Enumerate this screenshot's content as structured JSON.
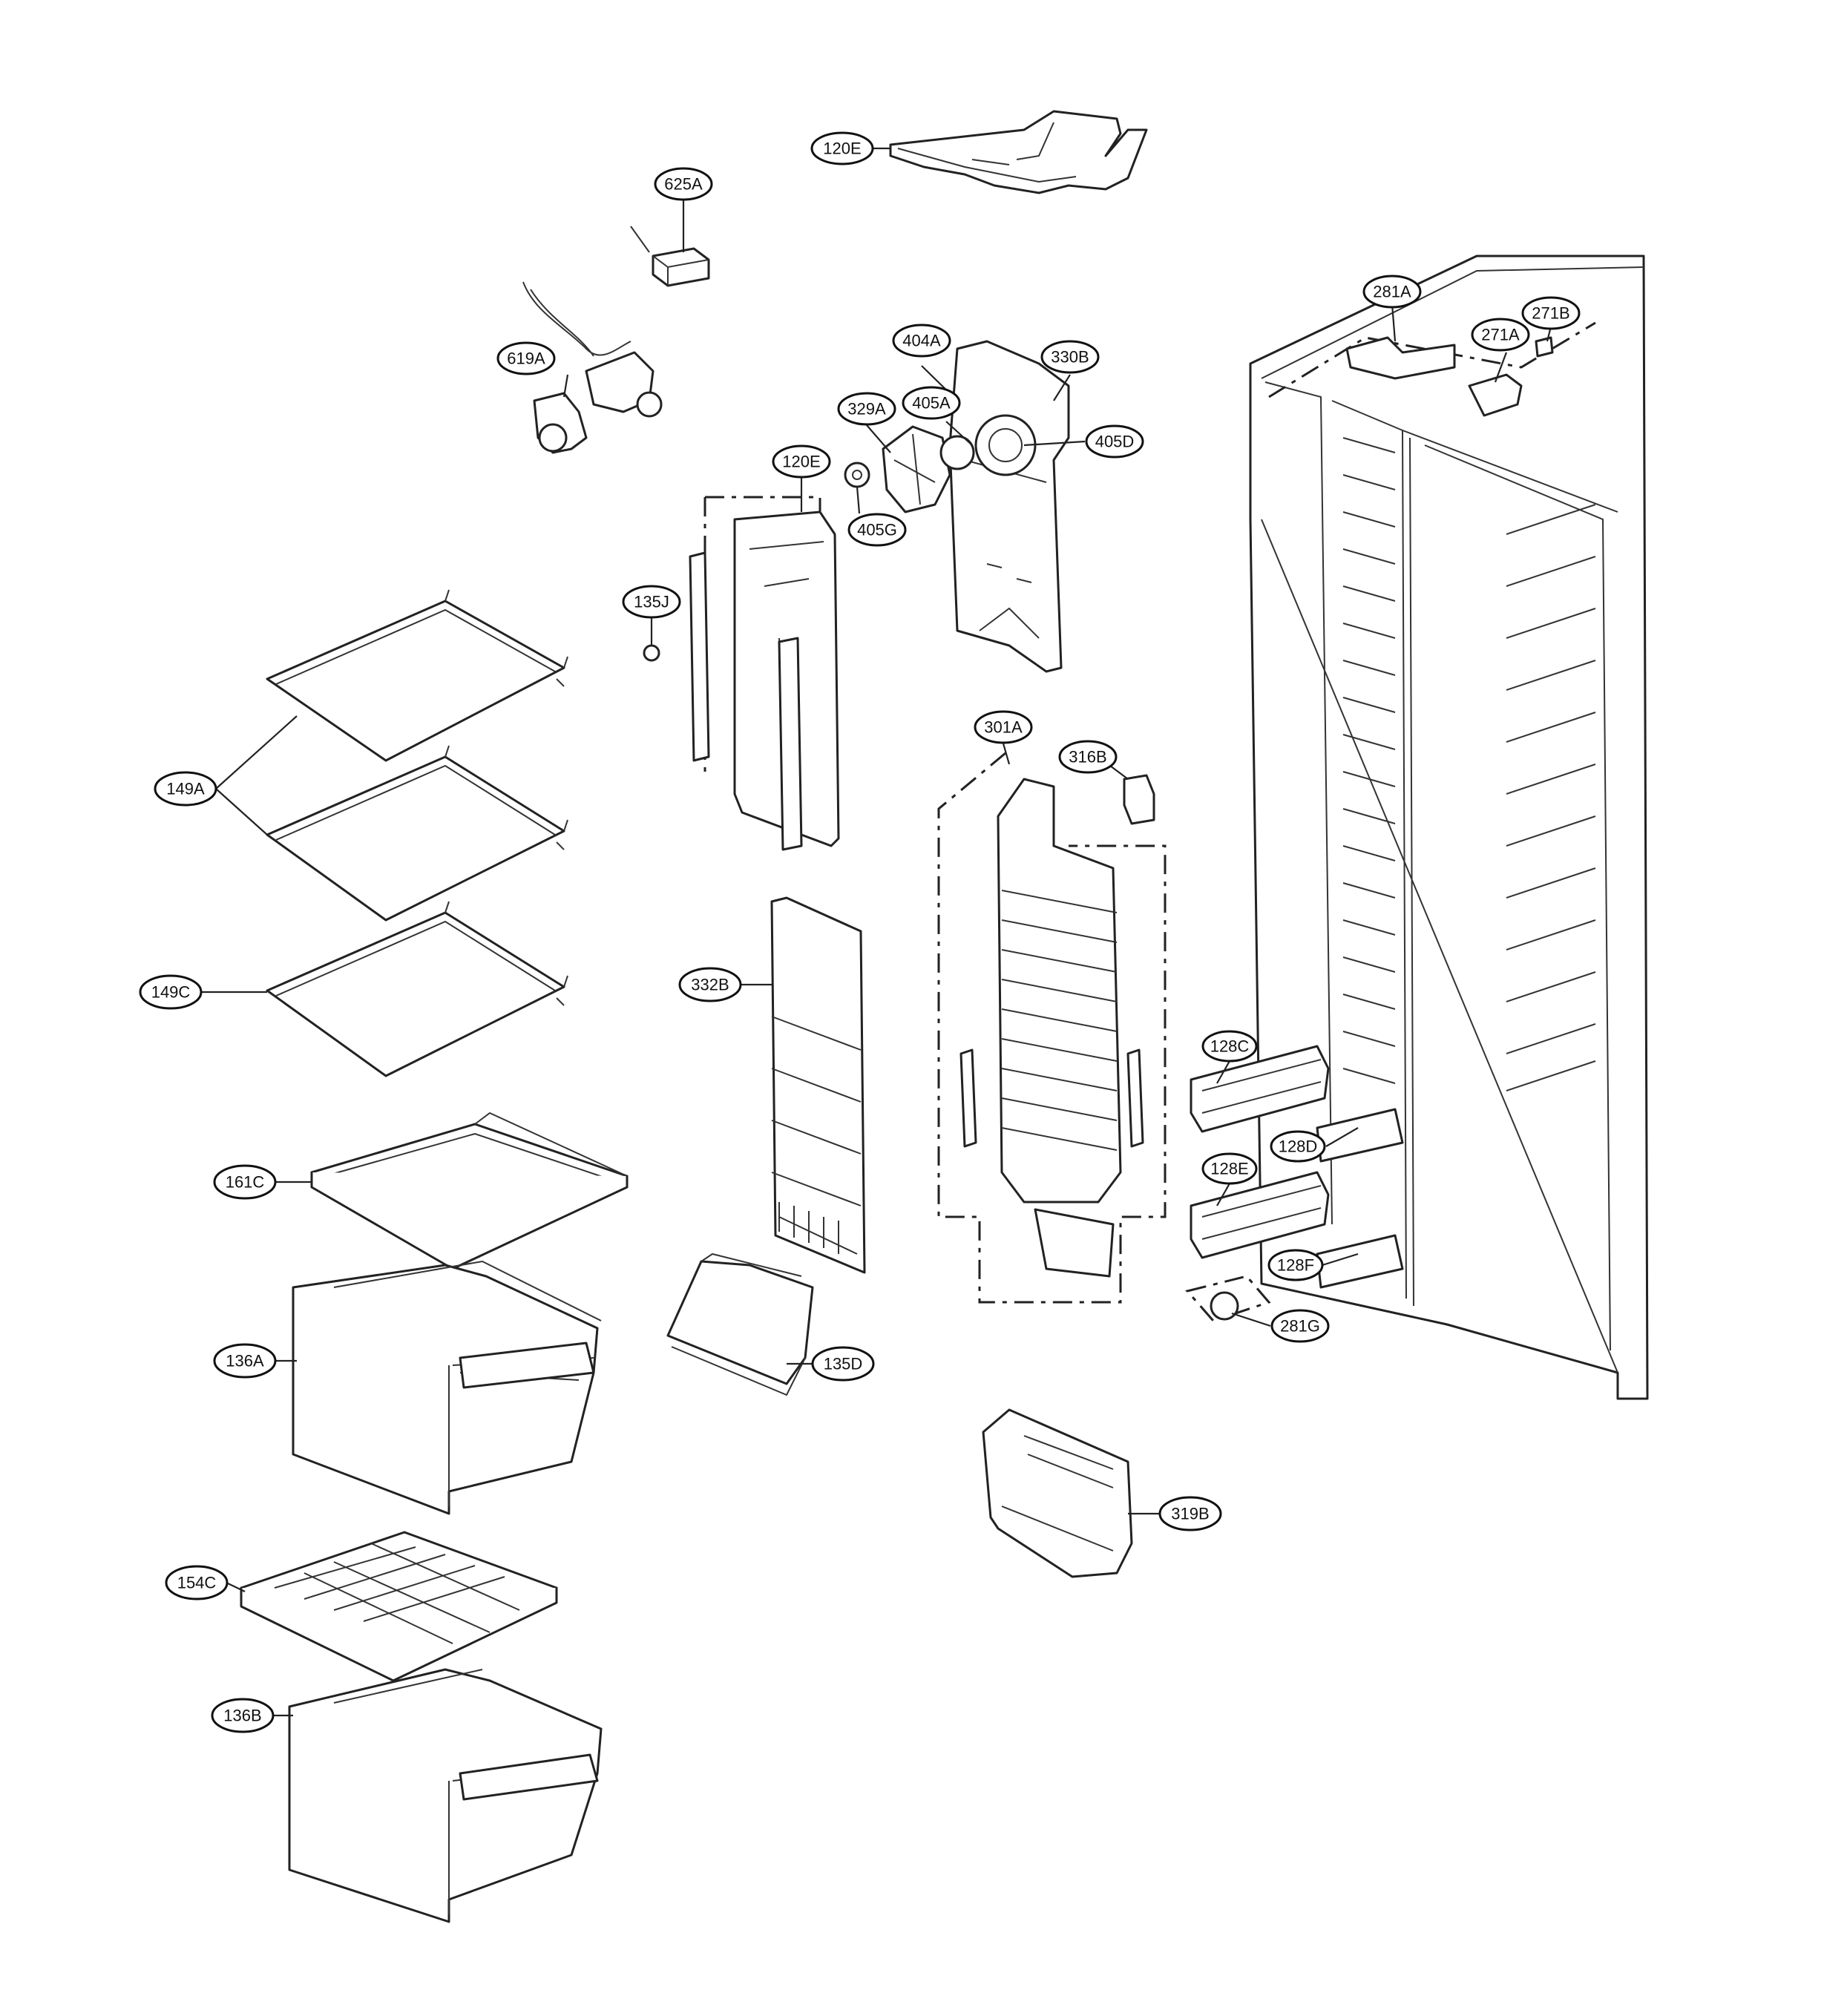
{
  "callouts": [
    {
      "id": "120E",
      "label": "120E"
    },
    {
      "id": "625A",
      "label": "625A"
    },
    {
      "id": "619A",
      "label": "619A"
    },
    {
      "id": "404A",
      "label": "404A"
    },
    {
      "id": "330B",
      "label": "330B"
    },
    {
      "id": "329A",
      "label": "329A"
    },
    {
      "id": "405A",
      "label": "405A"
    },
    {
      "id": "405D",
      "label": "405D"
    },
    {
      "id": "120E_2",
      "label": "120E"
    },
    {
      "id": "405G",
      "label": "405G"
    },
    {
      "id": "135J",
      "label": "135J"
    },
    {
      "id": "281A",
      "label": "281A"
    },
    {
      "id": "271B",
      "label": "271B"
    },
    {
      "id": "271A",
      "label": "271A"
    },
    {
      "id": "301A",
      "label": "301A"
    },
    {
      "id": "316B",
      "label": "316B"
    },
    {
      "id": "149A",
      "label": "149A"
    },
    {
      "id": "149C",
      "label": "149C"
    },
    {
      "id": "332B",
      "label": "332B"
    },
    {
      "id": "128C",
      "label": "128C"
    },
    {
      "id": "128D",
      "label": "128D"
    },
    {
      "id": "128E",
      "label": "128E"
    },
    {
      "id": "161C",
      "label": "161C"
    },
    {
      "id": "128F",
      "label": "128F"
    },
    {
      "id": "281G",
      "label": "281G"
    },
    {
      "id": "136A",
      "label": "136A"
    },
    {
      "id": "135D",
      "label": "135D"
    },
    {
      "id": "319B",
      "label": "319B"
    },
    {
      "id": "154C",
      "label": "154C"
    },
    {
      "id": "136B",
      "label": "136B"
    }
  ]
}
